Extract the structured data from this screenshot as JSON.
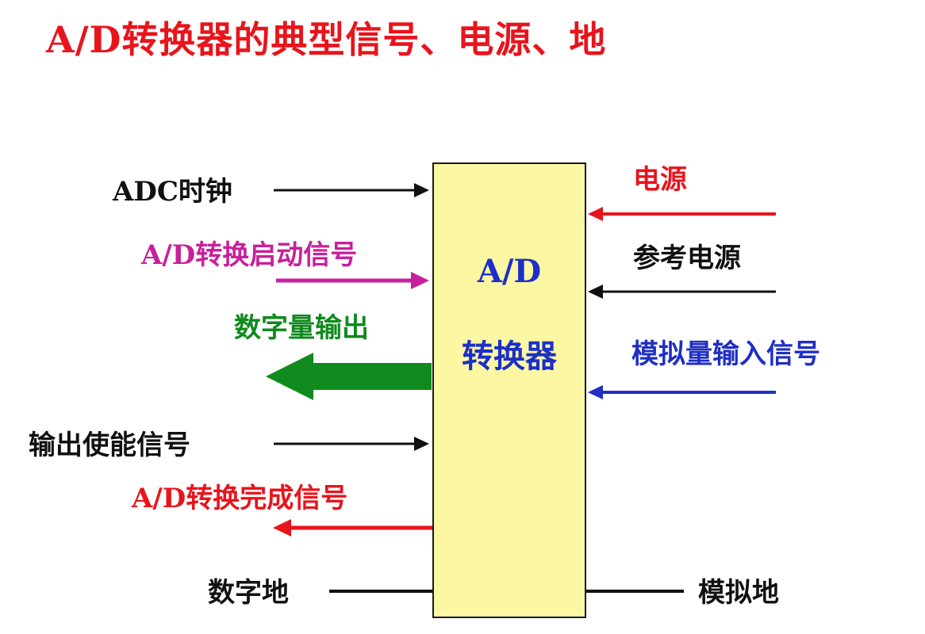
{
  "title": "A/D转换器的典型信号、电源、地",
  "block": {
    "line1": "A/D",
    "line2": "转换器"
  },
  "signals": {
    "adc_clock": "ADC时钟",
    "start_signal": "A/D转换启动信号",
    "digital_output": "数字量输出",
    "output_enable": "输出使能信号",
    "done_signal": "A/D转换完成信号",
    "digital_ground": "数字地",
    "power": "电源",
    "ref_power": "参考电源",
    "analog_input": "模拟量输入信号",
    "analog_ground": "模拟地"
  },
  "colors": {
    "title": "#e8141c",
    "block_fill": "#fbf7a3",
    "block_text": "#1c2fc9",
    "black": "#111111",
    "magenta": "#c8209c",
    "green": "#0f8a1c",
    "red": "#e8141c",
    "blue": "#1f2fc4"
  }
}
